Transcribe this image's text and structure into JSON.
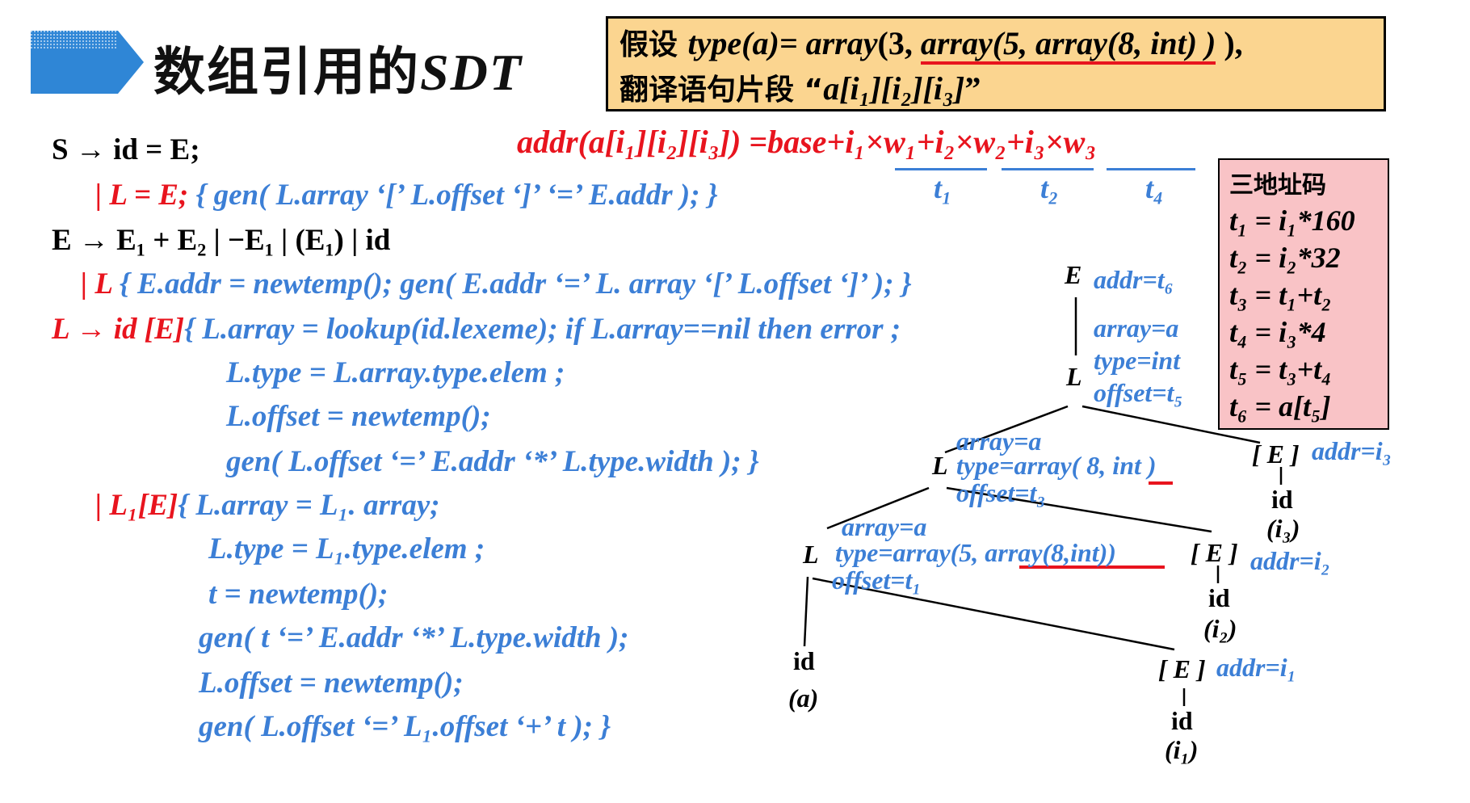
{
  "title": {
    "main": "数组引用的",
    "sdt": "SDT"
  },
  "assumption": {
    "line1_pre": "假设 ",
    "line1_type": "type",
    "line1_a": "(a)= ",
    "line1_array1": "array",
    "line1_3": "(3, ",
    "line1_array2": "array(5, array(8, int) )",
    "line1_end": " ),",
    "line2_pre": "翻译语句片段 “",
    "line2_a": "a",
    "line2_expr": "[i₁][i₂][i₃]",
    "line2_end": "”"
  },
  "formula": {
    "lhs": "addr(a[i₁][i₂][i₃]) =base+",
    "t1": "i₁×w₁",
    "plus1": "+",
    "t2": "i₂×w₂",
    "plus2": "+",
    "t3": "i₃×w₃",
    "label_t1": "t₁",
    "label_t2": "t₂",
    "label_t4": "t₄"
  },
  "grammar": {
    "l1": "S → id = E;",
    "l2_red": "| L = E;",
    "l2_blue": "{ gen( L.array ‘[’ L.offset ‘]’ ‘=’ E.addr ); }",
    "l3": "E → E₁ + E₂ | −E₁ | (E₁) | id",
    "l4_red": "| L",
    "l4_blue": "{ E.addr = newtemp(); gen( E.addr ‘=’ L. array ‘[’ L.offset ‘]’ ); }",
    "l5_red": "L → id [E]",
    "l5_blue": "{ L.array = lookup(id.lexeme); if L.array==nil then error ;",
    "l6": "L.type = L.array.type.elem ;",
    "l7": "L.offset = newtemp();",
    "l8": "gen( L.offset ‘=’ E.addr ‘*’ L.type.width ); }",
    "l9_red": "| L₁[E]",
    "l9_blue": "{ L.array = L₁. array;",
    "l10": "L.type = L₁.type.elem ;",
    "l11": "t = newtemp();",
    "l12": "gen( t ‘=’ E.addr ‘*’ L.type.width );",
    "l13": "L.offset = newtemp();",
    "l14": "gen( L.offset ‘=’ L₁.offset ‘+’ t ); }"
  },
  "three_address": {
    "header": "三地址码",
    "lines": [
      "t₁ = i₁*160",
      "t₂ = i₂*32",
      "t₃ = t₁+t₂",
      "t₄ = i₃*4",
      "t₅ = t₃+t₄",
      "t₆ = a[t₅]"
    ]
  },
  "tree": {
    "root_E": "E",
    "root_attr": "addr=t₆",
    "L1": "L",
    "L1_array": "array=a",
    "L1_type": "type=int",
    "L1_offset": "offset=t₅",
    "L2": "L",
    "L2_array": "array=a",
    "L2_type_pre": "type=array( 8, ",
    "L2_type_int": "int",
    "L2_type_end": " )",
    "L2_offset": "offset=t₃",
    "L3": "L",
    "L3_array": "array=a",
    "L3_type_pre": "type=array(5, ",
    "L3_type_u": "array(8,int)",
    "L3_type_end": ")",
    "L3_offset": "offset=t₁",
    "E3_bracket": "[ E ]",
    "E3_attr": "addr=i₃",
    "E3_id": "id",
    "E3_idv": "(i₃)",
    "E2_bracket": "[ E ]",
    "E2_attr": "addr=i₂",
    "E2_id": "id",
    "E2_idv": "(i₂)",
    "E1_bracket": "[ E ]",
    "E1_attr": "addr=i₁",
    "E1_id": "id",
    "E1_idv": "(i₁)",
    "a_id": "id",
    "a_idv": "(a)"
  },
  "colors": {
    "red": "#e8141e",
    "blue": "#3c7fd6",
    "box_yellow": "#fbd590",
    "box_pink": "#f9c3c6",
    "banner_blue": "#2f86d6"
  }
}
